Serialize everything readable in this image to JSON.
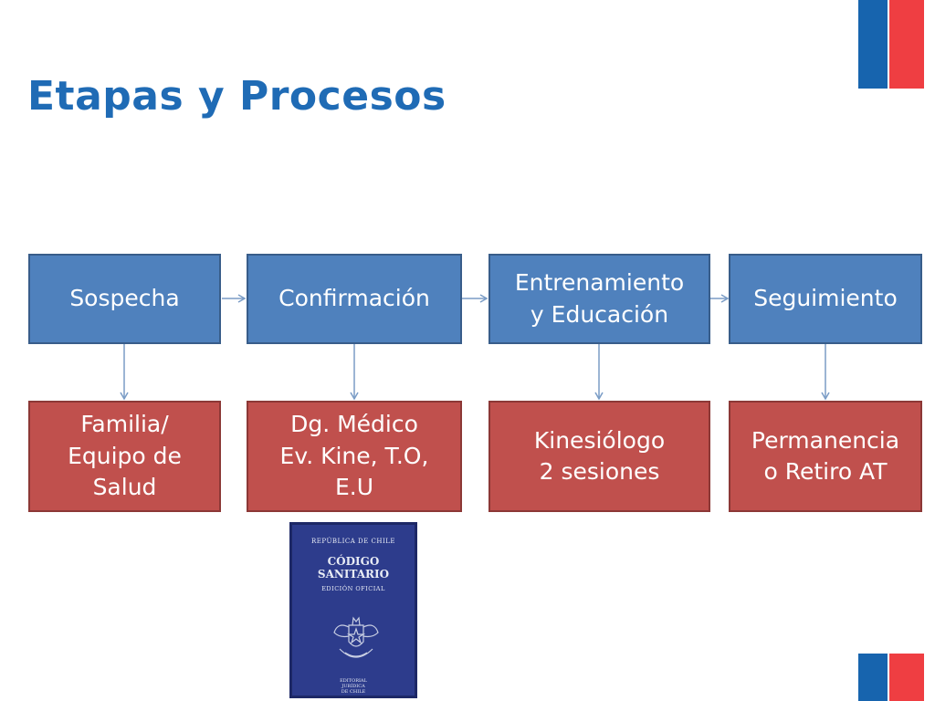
{
  "title": "Etapas y Procesos",
  "colors": {
    "title": "#1f6bb5",
    "stage_fill": "#4f81bd",
    "detail_fill": "#c0504d",
    "connector": "#7a9cc6",
    "flag_blue": "#1764ae",
    "flag_red": "#ef3e42"
  },
  "stages": [
    {
      "label": "Sospecha",
      "detail": "Familia/\nEquipo de\nSalud"
    },
    {
      "label": "Confirmación",
      "detail": "Dg. Médico\nEv. Kine, T.O,\nE.U"
    },
    {
      "label": "Entrenamiento\ny Educación",
      "detail": "Kinesiólogo\n2 sesiones"
    },
    {
      "label": "Seguimiento",
      "detail": "Permanencia\no Retiro AT"
    }
  ],
  "book": {
    "republic": "REPÚBLICA DE CHILE",
    "title": "CÓDIGO\nSANITARIO",
    "edition": "EDICIÓN OFICIAL",
    "publisher": "EDITORIAL\nJURÍDICA\nDE CHILE",
    "icon": "coat-of-arms-icon"
  }
}
